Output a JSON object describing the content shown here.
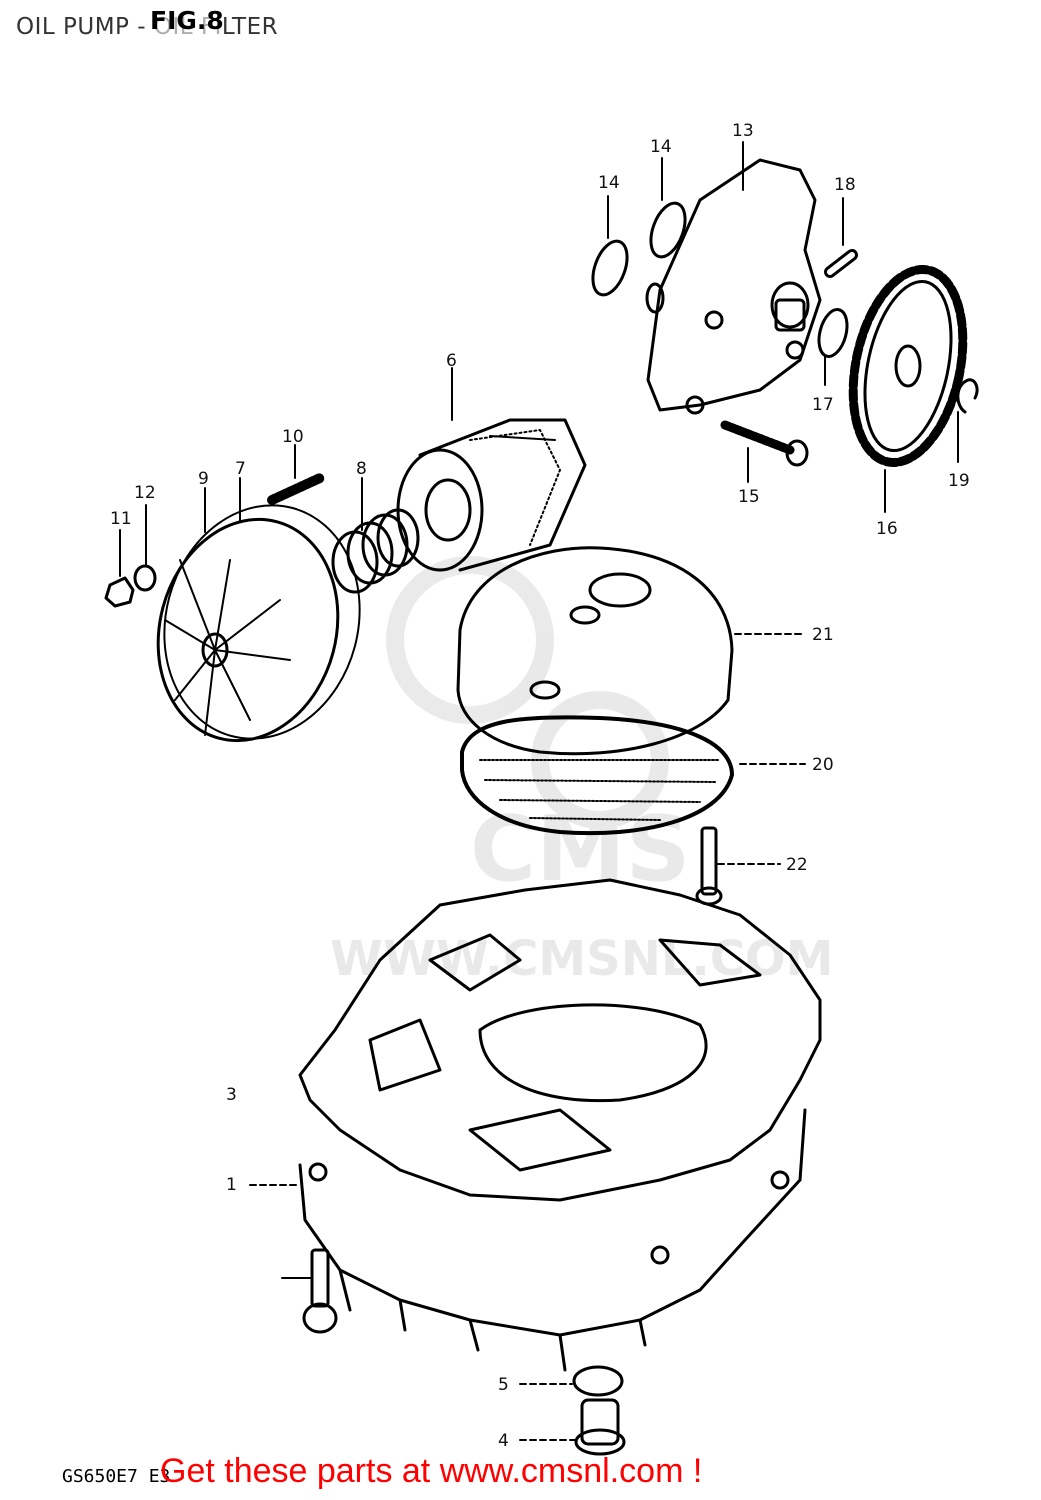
{
  "header": {
    "title": "OIL PUMP - OIL FILTER",
    "figure": "FIG.8"
  },
  "footer": {
    "model_code": "GS650E7 E3",
    "promo": "Get these parts at www.cmsnl.com !"
  },
  "watermark": {
    "text": "WWW.CMSNL.COM",
    "logo": "CMS"
  },
  "callouts": [
    "1",
    "3",
    "4",
    "5",
    "6",
    "7",
    "8",
    "9",
    "10",
    "11",
    "12",
    "13",
    "14",
    "14",
    "15",
    "16",
    "17",
    "18",
    "19",
    "20",
    "21",
    "22"
  ]
}
